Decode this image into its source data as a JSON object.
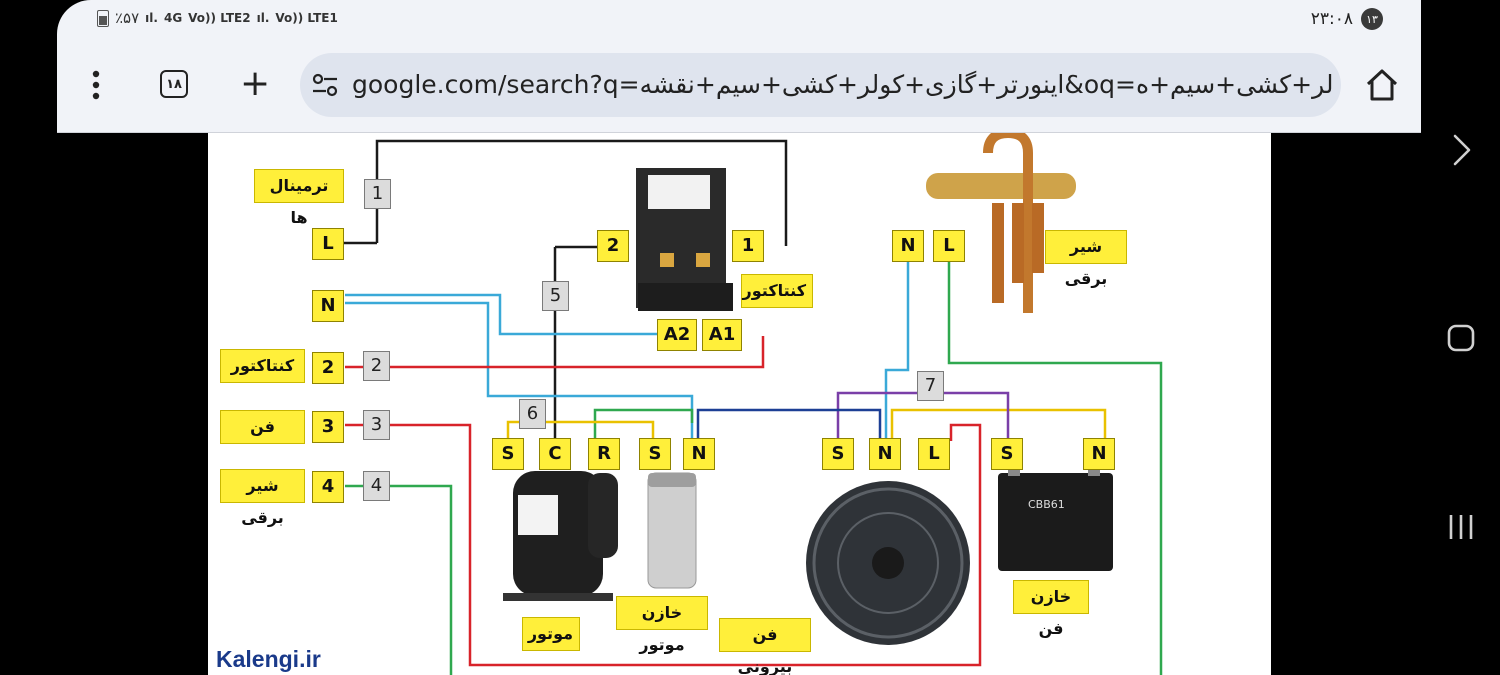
{
  "status_bar": {
    "battery": "٪۵۷",
    "network_1": "4G",
    "network_2": "Vo)) LTE2",
    "network_3": "Vo)) LTE1",
    "notification_count": "۱۳",
    "time": "۲۳:۰۸"
  },
  "toolbar": {
    "tab_count": "۱۸",
    "url": "google.com/search?q=اینورتر+گازی+کولر+کشی+سیم+نقشه&oq=گازی+کولر+کشی+سیم+ه"
  },
  "diagram": {
    "left_labels": {
      "terminals": "ترمینال ها",
      "contactor": "کنتاکتور",
      "fan": "فن",
      "valve": "شیر برقی"
    },
    "left_terminals": [
      "L",
      "N",
      "2",
      "3",
      "4"
    ],
    "wire_numbers": [
      "1",
      "2",
      "3",
      "4",
      "5",
      "6",
      "7"
    ],
    "contactor_terminals": [
      "2",
      "1",
      "A2",
      "A1"
    ],
    "contactor_label": "کنتاکتور",
    "valve_terminals": [
      "N",
      "L"
    ],
    "valve_label": "شیر برقی",
    "compressor_terminals": [
      "S",
      "C",
      "R",
      "S",
      "N"
    ],
    "fan_terminals": [
      "S",
      "N",
      "L",
      "S",
      "N"
    ],
    "motor_label": "موتور",
    "motor_cap_label": "خازن موتور",
    "outdoor_fan_label": "فن بیرونی",
    "fan_cap_label": "خازن فن",
    "fan_cap_print": "CBB61",
    "logo": "Kalengi.ir"
  },
  "colors": {
    "label_yellow": "#ffef3a",
    "wire_black": "#1a1a1a",
    "wire_red": "#d8232a",
    "wire_blue": "#3aa9d8",
    "wire_green": "#2fa84f",
    "wire_yellow": "#e9c100",
    "wire_purple": "#7a3fa8",
    "wire_navy": "#1c3f95"
  },
  "icons": {
    "menu": "more-vert-icon",
    "tabs": "tab-switcher-icon",
    "new_tab": "plus-icon",
    "site_info": "tune-icon",
    "home": "home-icon",
    "nav_back": "chevron-right-icon",
    "nav_home": "rounded-square-icon",
    "nav_recents": "three-bars-icon"
  }
}
